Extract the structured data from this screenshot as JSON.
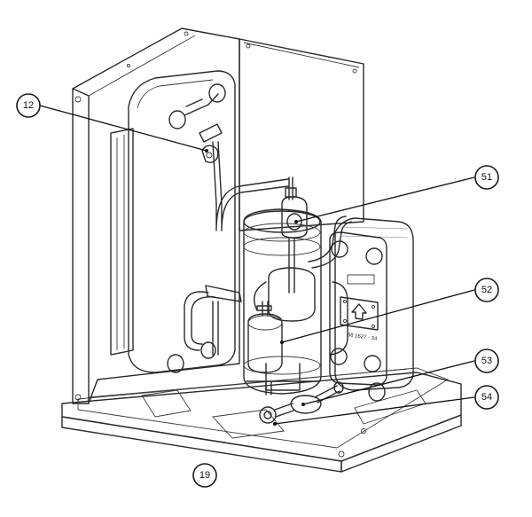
{
  "callouts": [
    {
      "id": "c12",
      "label": "12"
    },
    {
      "id": "c51",
      "label": "51"
    },
    {
      "id": "c52",
      "label": "52"
    },
    {
      "id": "c53",
      "label": "53"
    },
    {
      "id": "c54",
      "label": "54"
    },
    {
      "id": "c19",
      "label": "19"
    }
  ],
  "exchanger_plate": {
    "code": "B8 1627 - 34"
  },
  "colors": {
    "line": "#2a2a2a",
    "panel": "#ffffff",
    "exchanger_dark": "#2b2f3e",
    "shade": "#e4e4e4"
  }
}
